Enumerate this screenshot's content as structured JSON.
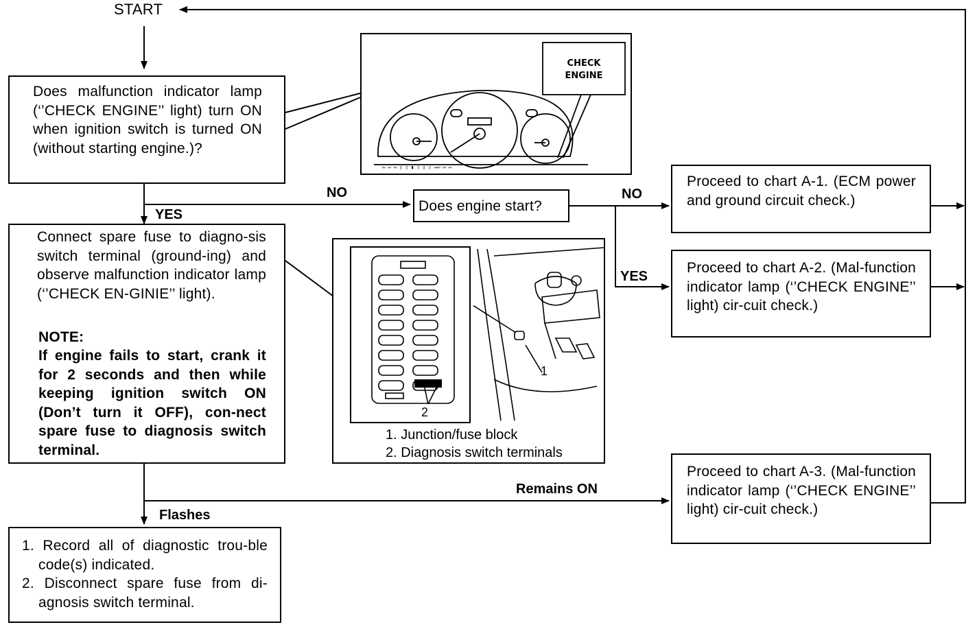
{
  "start_label": "START",
  "q1_text": "Does malfunction indicator lamp (‘’CHECK ENGINE’’ light) turn ON when ignition switch is turned ON (without starting engine.)?",
  "yes1_label": "YES",
  "no1_label": "NO",
  "q2_text": "Does engine start?",
  "no2_label": "NO",
  "yes2_label": "YES",
  "a1_text": "Proceed to chart A-1. (ECM power and ground circuit check.)",
  "a2_text": "Proceed to chart A-2. (Mal-function indicator lamp (‘’CHECK ENGINE’’ light) cir-cuit check.)",
  "a3_text": "Proceed to chart A-3. (Mal-function indicator lamp (‘’CHECK ENGINE’’ light) cir-cuit check.)",
  "step_text": "Connect spare fuse to diagno-sis switch terminal (ground-ing) and observe malfunction indicator lamp (‘’CHECK EN-GINIE’’ light).",
  "note_title": "NOTE:",
  "note_text": "If engine fails to start, crank it for 2 seconds and then while keeping ignition switch ON (Don’t turn it OFF), con-nect spare fuse to diagnosis switch terminal.",
  "remains_on_label": "Remains ON",
  "flashes_label": "Flashes",
  "record_items": [
    "1. Record all of diagnostic trou-ble code(s) indicated.",
    "2. Disconnect spare fuse from di-agnosis switch terminal."
  ],
  "cluster_callout": "CHECK ENGINE",
  "fuse_callout_1": "1",
  "fuse_callout_2": "2",
  "fuse_legend": [
    "1. Junction/fuse block",
    "2. Diagnosis switch terminals"
  ]
}
